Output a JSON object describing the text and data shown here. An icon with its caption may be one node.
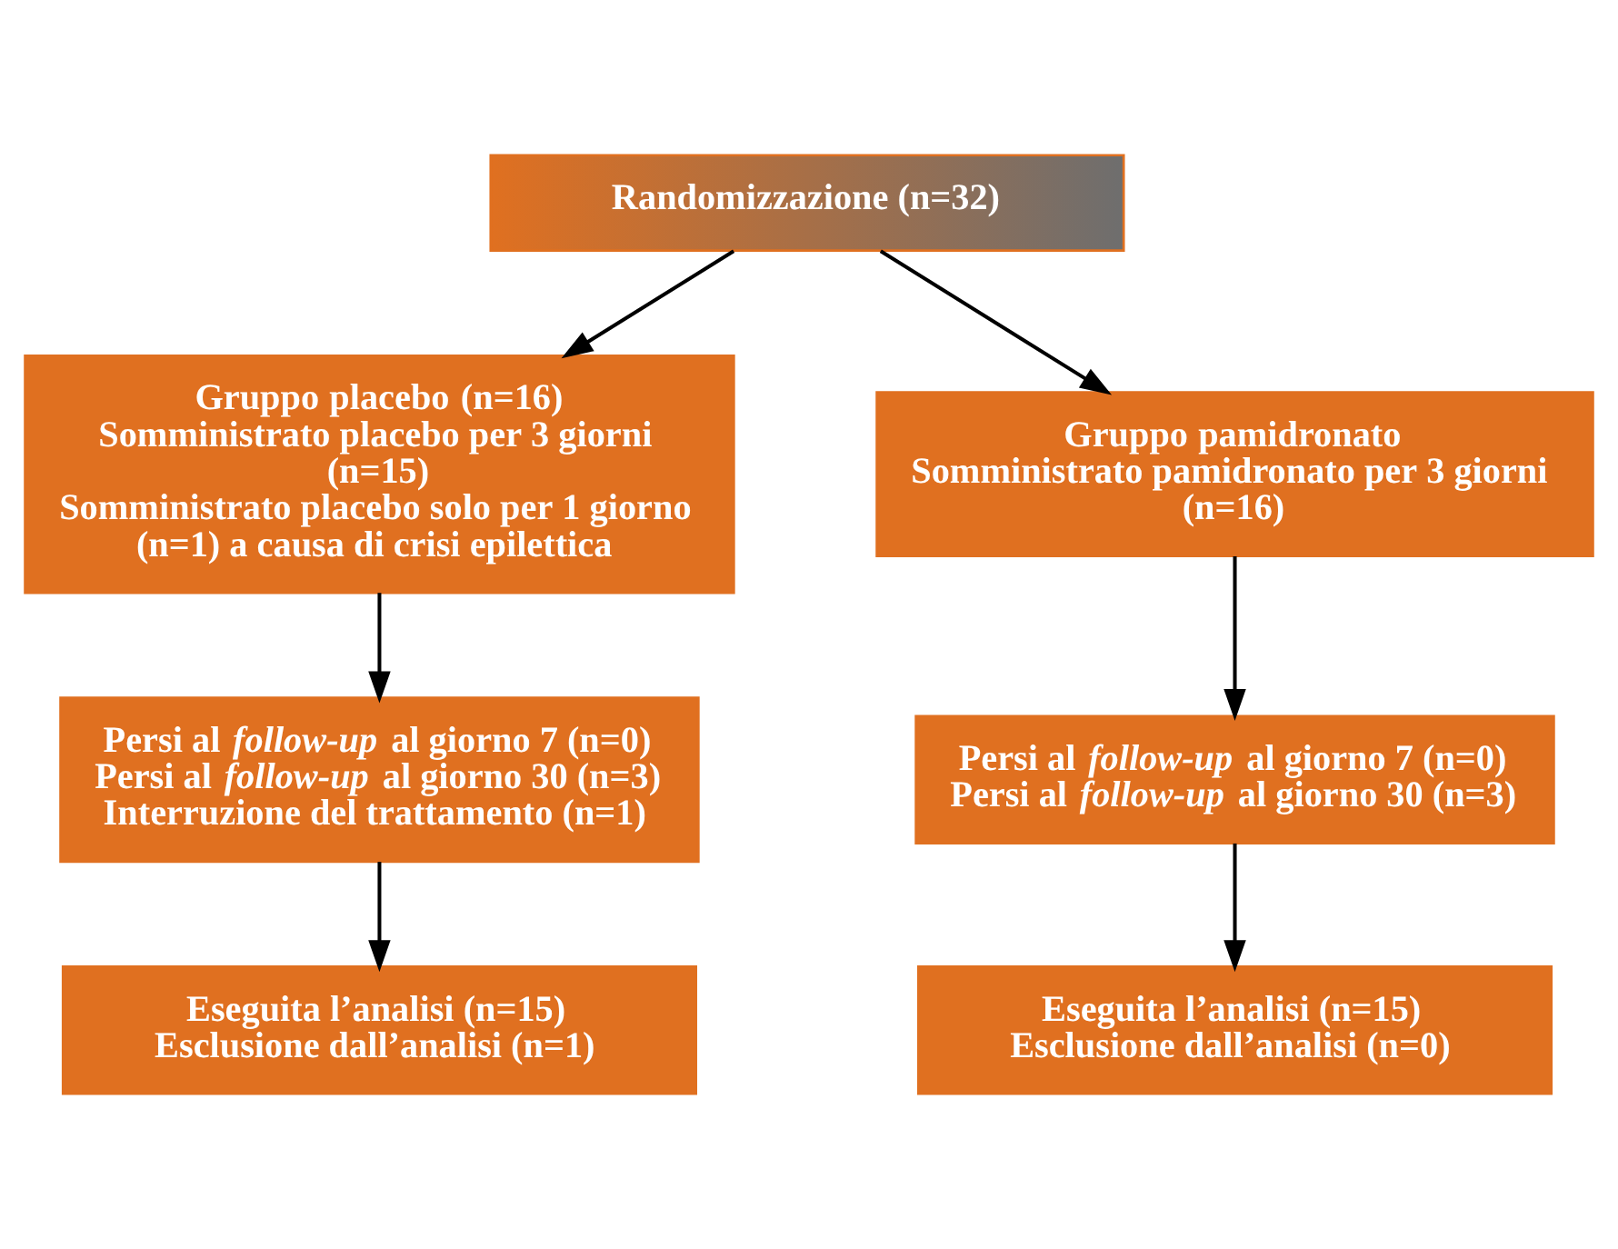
{
  "diagram": {
    "nodes": [
      {
        "text": [
          "Randomizzazione (n=32)"
        ]
      },
      {
        "text": [
          "Gruppo **placebo** (n=16)",
          "Somministrato placebo per 3 giorni (n=15)",
          "Somministrato placebo solo per 1 giorno (n=1) a causa di crisi epilettica"
        ]
      },
      {
        "text": [
          "Gruppo **pamidronato**",
          "Somministrato pamidronato per 3 giorni (n=16)"
        ]
      },
      {
        "text": [
          "Persi al *follow-up* al giorno 7 (n=0)",
          "Persi al *follow-up* al giorno 30 (n=3)",
          "Interruzione del trattamento (n=1)"
        ]
      },
      {
        "text": [
          "Persi al *follow-up* al giorno 7 (n=0)",
          "Persi al *follow-up* al giorno 30 (n=3)"
        ]
      },
      {
        "text": [
          "Eseguita l’analisi (n=15)",
          "Esclusione dall’analisi (n=1)"
        ]
      },
      {
        "text": [
          "Eseguita l’analisi (n=15)",
          "Esclusione dall’analisi (n=0)"
        ]
      }
    ],
    "edges": [
      {
        "from": 0,
        "to": 1,
        "arrow": "to"
      },
      {
        "from": 0,
        "to": 2,
        "arrow": "to"
      },
      {
        "from": 1,
        "to": 3,
        "arrow": "to"
      },
      {
        "from": 2,
        "to": 4,
        "arrow": "to"
      },
      {
        "from": 3,
        "to": 5,
        "arrow": "to"
      },
      {
        "from": 4,
        "to": 6,
        "arrow": "to"
      }
    ]
  }
}
